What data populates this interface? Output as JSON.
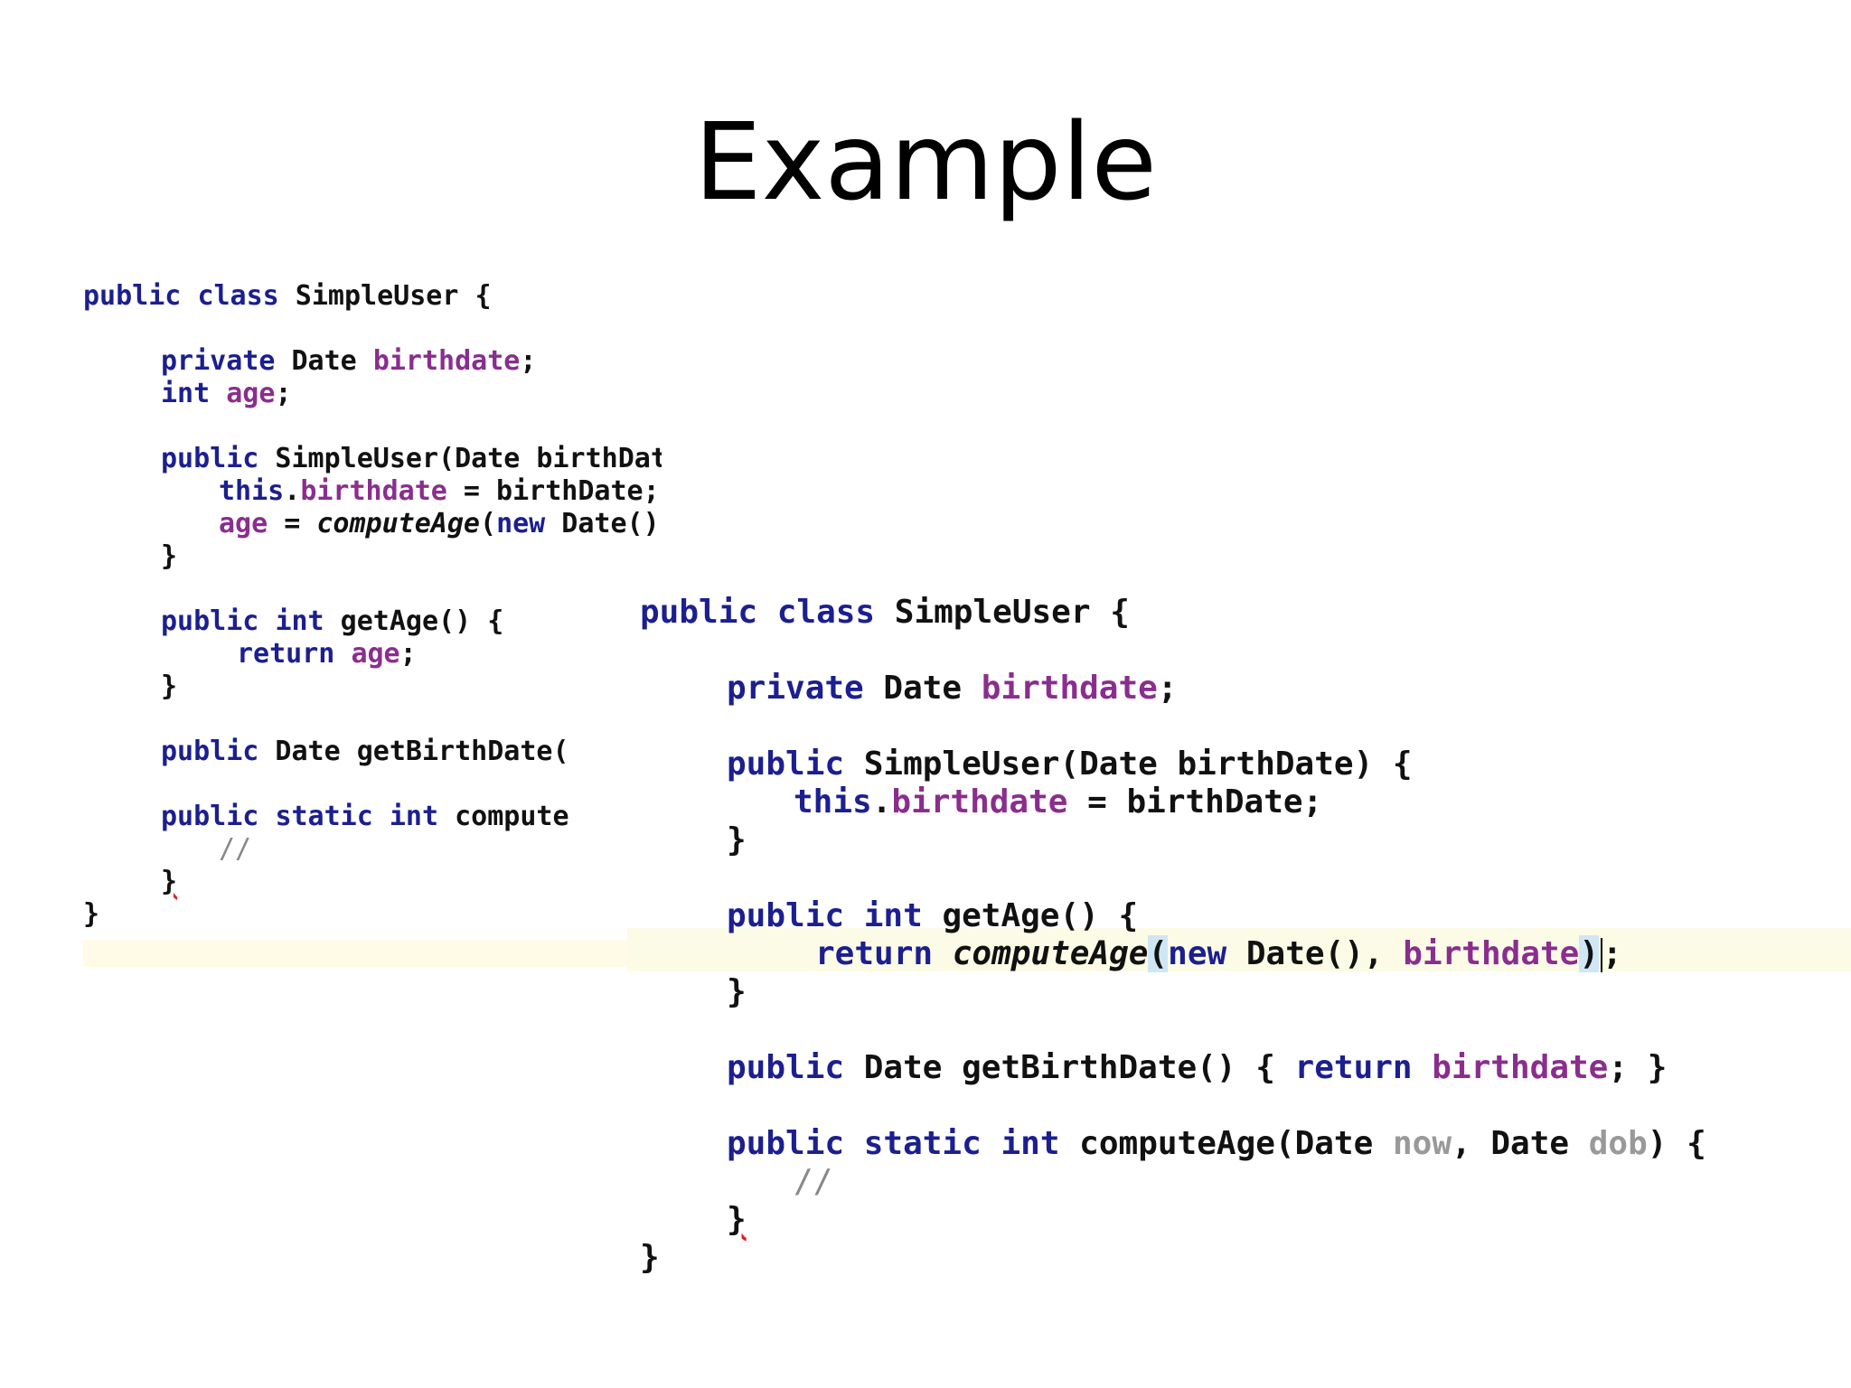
{
  "slide": {
    "title": "Example"
  },
  "left_code": {
    "l1_kw1": "public",
    "l1_kw2": "class",
    "l1_rest": " SimpleUser {",
    "l2_kw": "private",
    "l2_type": " Date ",
    "l2_fld": "birthdate",
    "l2_end": ";",
    "l3_kw": "int",
    "l3_fld": "age",
    "l3_end": ";",
    "l4_kw": "public",
    "l4_rest": " SimpleUser(Date birthDate) {",
    "l5_kw": "this",
    "l5_dot": ".",
    "l5_fld": "birthdate",
    "l5_rest": " = birthDate;",
    "l6_fld": "age",
    "l6_eq": " = ",
    "l6_it": "computeAge",
    "l6_p": "(",
    "l6_kw": "new",
    "l6_rest": " Date(), birthDate);",
    "l7": "}",
    "l8_kw1": "public",
    "l8_kw2": "int",
    "l8_rest": " getAge() {",
    "l9_kw": "return",
    "l9_fld": "age",
    "l9_end": ";",
    "l10": "}",
    "l11_kw": "public",
    "l11_rest": " Date getBirthDate(",
    "l12_kw1": "public",
    "l12_kw2": "static",
    "l12_kw3": "int",
    "l12_rest": " compute",
    "l13_cm": "//",
    "l14": "}",
    "l15": "}"
  },
  "right_code": {
    "l1_kw1": "public",
    "l1_kw2": "class",
    "l1_rest": " SimpleUser {",
    "l2_kw": "private",
    "l2_type": " Date ",
    "l2_fld": "birthdate",
    "l2_end": ";",
    "l3_kw": "public",
    "l3_rest": " SimpleUser(Date birthDate) {",
    "l4_kw": "this",
    "l4_dot": ".",
    "l4_fld": "birthdate",
    "l4_rest": " = birthDate;",
    "l5": "}",
    "l6_kw1": "public",
    "l6_kw2": "int",
    "l6_rest": " getAge() {",
    "l7_kw": "return",
    "l7_it": "computeAge",
    "l7_p1": "(",
    "l7_kw2": "new",
    "l7_mid": " Date(), ",
    "l7_fld": "birthdate",
    "l7_p2": ")",
    "l7_end": ";",
    "l8": "}",
    "l9_kw1": "public",
    "l9_rest1": " Date getBirthDate() { ",
    "l9_kw2": "return",
    "l9_fld": "birthdate",
    "l9_end": "; }",
    "l10_kw1": "public",
    "l10_kw2": "static",
    "l10_kw3": "int",
    "l10_rest1": " computeAge(Date ",
    "l10_u1": "now",
    "l10_rest2": ", Date ",
    "l10_u2": "dob",
    "l10_end": ") {",
    "l11_cm": "//",
    "l12": "}",
    "l13": "}"
  },
  "colors": {
    "keyword": "#1b1f8f",
    "field": "#8a2e8e",
    "comment": "#888888",
    "unused_param": "#999999",
    "current_line": "#fbfbe6",
    "bracket_match": "#cfe6f5"
  }
}
